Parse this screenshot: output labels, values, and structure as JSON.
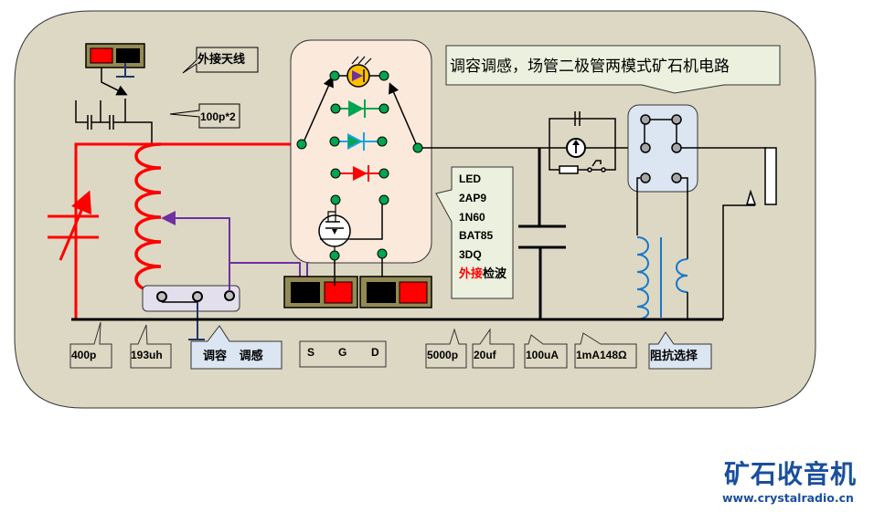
{
  "title": "调容调感，场管二极管两模式矿石机电路",
  "labels": {
    "antenna": "外接天线",
    "cap_ant": "100p*2",
    "var_cap": "400p",
    "coil": "193uh",
    "tune_mode": "调容   调感",
    "sgd": {
      "s": "S",
      "g": "G",
      "d": "D"
    },
    "cap_5000p": "5000p",
    "cap_20uf": "20uf",
    "meter_100ua": "100uA",
    "meter_1ma": "1mA148Ω",
    "impedance": "阻抗选择"
  },
  "detector_legend": [
    {
      "text": "LED",
      "color": "#e36c09"
    },
    {
      "text": "2AP9",
      "color": "#00a050"
    },
    {
      "text": "1N60",
      "color": "#1ba1e2"
    },
    {
      "text": "BAT85",
      "color": "#ff0000"
    },
    {
      "text": "3DQ",
      "color": "#000000"
    }
  ],
  "external_detector": {
    "part1": "外接",
    "part2": "检波",
    "color1": "#ff0000",
    "color2": "#000000"
  },
  "colors": {
    "background": "#ddd8c4",
    "detector_panel": "#fbe9dc",
    "switch_panel": "#dce6f2",
    "tune_panel": "#e4dfec",
    "tuned_circuit": "#ff0000",
    "tap_wire": "#7030a0",
    "transformer": "#1878c8",
    "node_green": "#00a550",
    "brand_blue": "#1a4f9c"
  },
  "brand": {
    "name": "矿石收音机",
    "url": "www.crystalradio.cn"
  }
}
